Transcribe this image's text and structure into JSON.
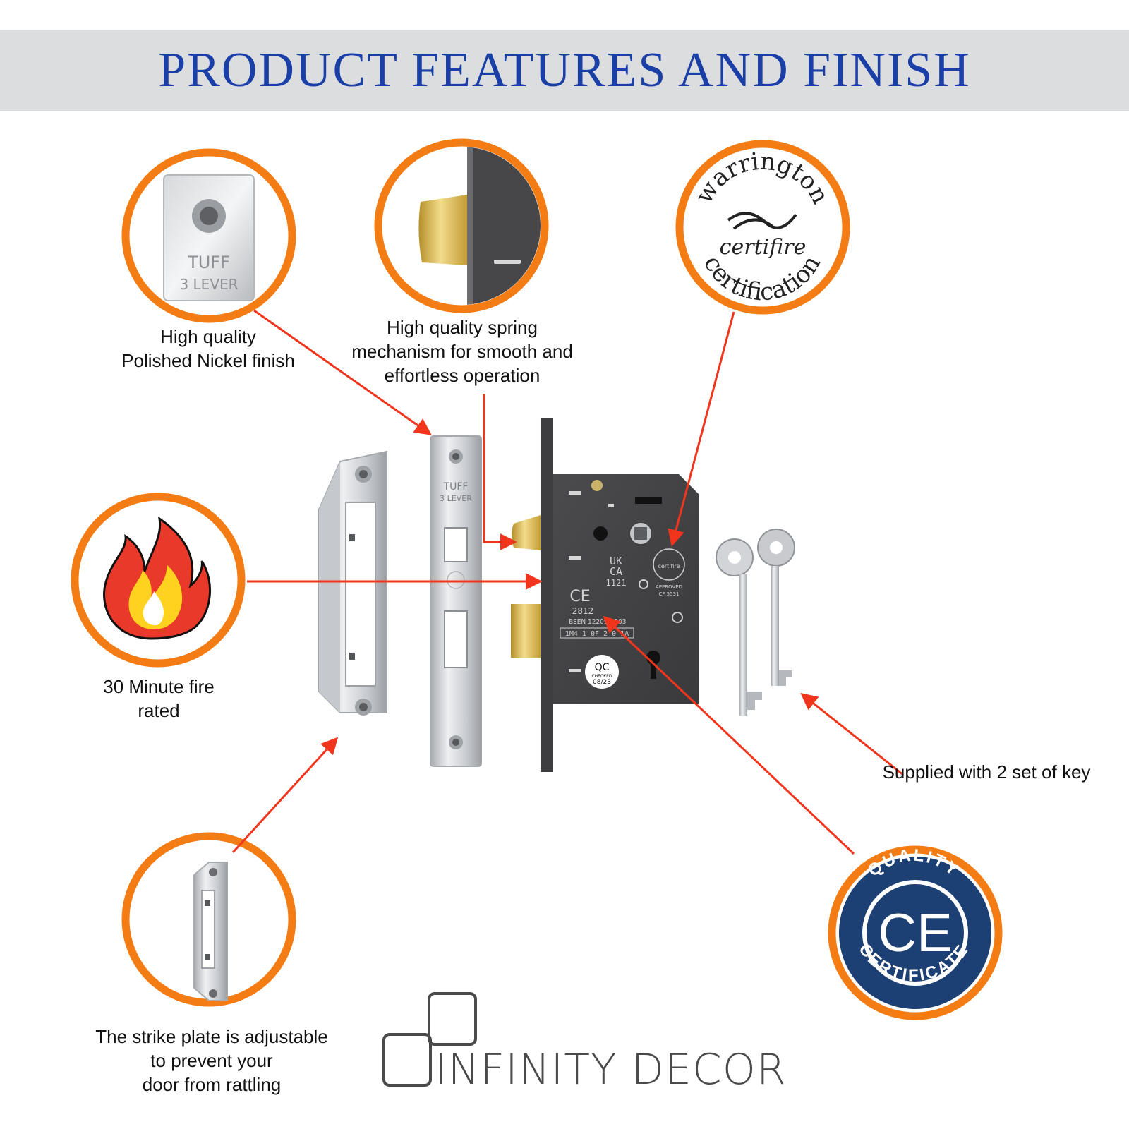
{
  "banner": {
    "title": "PRODUCT FEATURES AND FINISH"
  },
  "features": {
    "finish": {
      "lines": [
        "High quality",
        "Polished Nickel finish"
      ]
    },
    "spring": {
      "lines": [
        "High quality spring",
        "mechanism for smooth and",
        "effortless operation"
      ]
    },
    "fire": {
      "lines": [
        "30 Minute fire",
        "rated"
      ]
    },
    "keys": {
      "lines": [
        "Supplied with 2 set of key"
      ]
    },
    "strike": {
      "lines": [
        "The strike plate is adjustable",
        "to prevent your",
        "door from rattling"
      ]
    }
  },
  "badges": {
    "warrington": {
      "top": "warrington",
      "middle": "certifire",
      "bottom": "certification"
    },
    "quality": {
      "top": "QUALITY",
      "mark": "CE",
      "bottom": "CERTIFICATE"
    }
  },
  "plate": {
    "brand": "TUFF",
    "model": "3 LEVER"
  },
  "lockbody": {
    "ukca": [
      "UK",
      "CA",
      "1121"
    ],
    "ce": "CE",
    "notified_body": "2812",
    "standard": "BSEN 12209:2003",
    "class_code": "1M4 1 0F 2 0 1A",
    "approved": "APPROVED",
    "approval_no": "CF 5531",
    "certifire": "certifire",
    "qc": "QC",
    "qc_checked": "CHECKED",
    "qc_date": "08/23"
  },
  "logo": {
    "text": "INFINITY DECOR"
  },
  "colors": {
    "banner_bg": "#dcdddf",
    "title_blue": "#1a3fa6",
    "ring_orange": "#f47c14",
    "arrow_red": "#f0351c",
    "badge_navy": "#1c3f74"
  }
}
